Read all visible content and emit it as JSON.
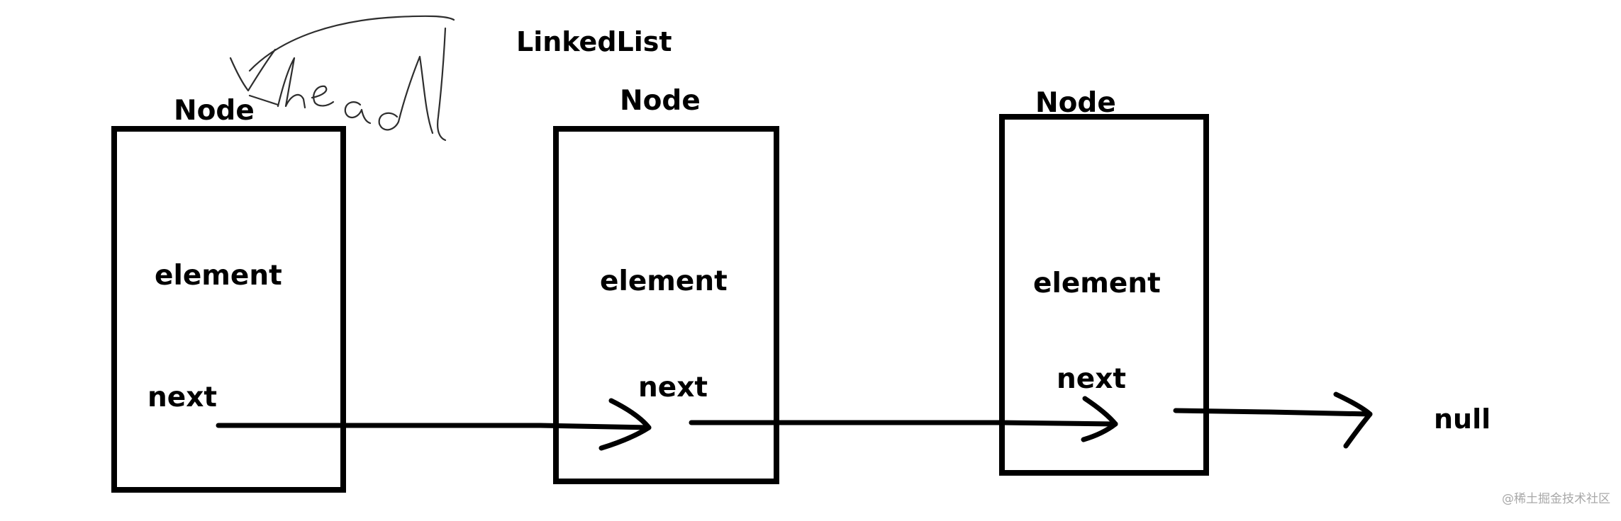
{
  "diagram": {
    "title": "LinkedList",
    "handwritten_label": "head",
    "null_label": "null",
    "nodes": [
      {
        "title": "Node",
        "element_label": "element",
        "next_label": "next"
      },
      {
        "title": "Node",
        "element_label": "element",
        "next_label": "next"
      },
      {
        "title": "Node",
        "element_label": "element",
        "next_label": "next"
      }
    ],
    "watermark": "@稀土掘金技术社区",
    "colors": {
      "ink": "#000000",
      "handwriting": "#2e2e2e",
      "watermark": "#a8a8a8",
      "background": "#ffffff"
    }
  }
}
